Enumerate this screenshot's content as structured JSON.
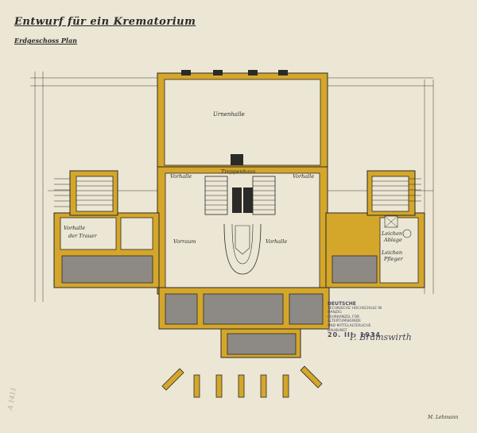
{
  "sheet": {
    "title": "Entwurf für ein Krematorium",
    "subtitle": "Erdgeschoss Plan",
    "colors": {
      "paper": "#ece6d4",
      "wall_fill": "#d4a62a",
      "outline": "#2a2a28",
      "shade": "#8d8a86",
      "stamp_ink": "#4a4a60"
    }
  },
  "rooms": {
    "main_hall": "Urnenhalle",
    "stair_hall": "Treppenhaus",
    "left_small": "Vorhalle",
    "right_small": "Vorhalle",
    "vestibule_left": "Vorraum",
    "vestibule_right": "Vorhalle",
    "left_wing_1": "Vorhalle",
    "left_wing_2": "der Trauer",
    "right_wing_1": "Leichen",
    "right_wing_2": "Ablage",
    "right_wing_3": "Leichen",
    "right_wing_4": "Pfleger"
  },
  "stamp": {
    "line1": "DEUTSCHE",
    "line2": "TECHNISCHE HOCHSCHULE IN DANZIG",
    "line3": "LEHRKANZEL FÜR ALTERTUMSKUNDE",
    "line4": "UND MITTELALTERLICHE BAUKUNST",
    "date": "20. III. 1934"
  },
  "signature": "P. Brämswirth",
  "corner_note": "M. Lehmann",
  "margin_note": "A 1411"
}
